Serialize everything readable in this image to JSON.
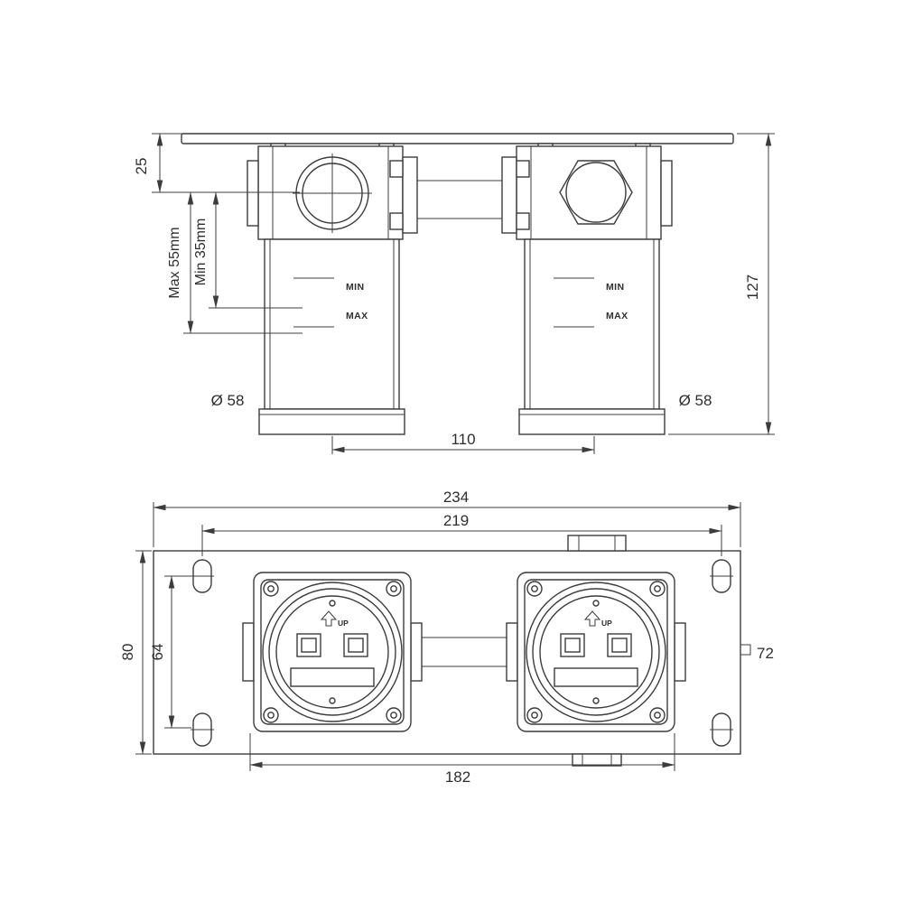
{
  "drawing": {
    "top_view": {
      "dim_25": "25",
      "dim_max_depth": "Max 55mm",
      "dim_min_depth": "Min 35mm",
      "dim_height": "127",
      "dia_left": "Ø 58",
      "dia_right": "Ø 58",
      "dim_center_distance": "110",
      "left_valve": {
        "min": "MIN",
        "max": "MAX"
      },
      "right_valve": {
        "min": "MIN",
        "max": "MAX"
      }
    },
    "bottom_view": {
      "dim_overall_width": "234",
      "dim_hole_spacing": "219",
      "dim_plate_height": "80",
      "dim_hole_vertical": "64",
      "dim_square": "72",
      "dim_bracket_spacing": "182",
      "left_valve": {
        "up": "UP"
      },
      "right_valve": {
        "up": "UP"
      }
    }
  }
}
